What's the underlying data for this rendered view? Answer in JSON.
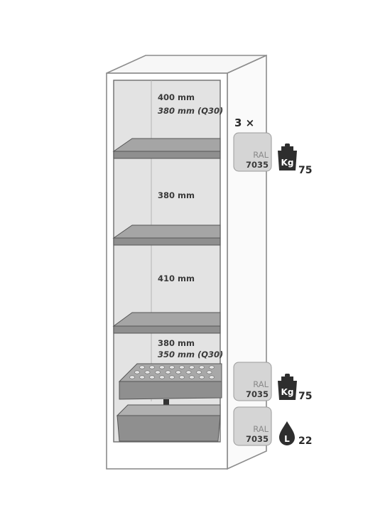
{
  "compartments": [
    {
      "height": "400 mm",
      "height_q30": "380 mm (Q30)"
    },
    {
      "height": "380 mm"
    },
    {
      "height": "410 mm"
    },
    {
      "height": "380 mm",
      "height_q30": "350 mm (Q30)"
    }
  ],
  "shelf_count": "3 ×",
  "swatches": [
    {
      "label": "RAL",
      "code": "7035",
      "icon": "weight-kg-icon",
      "icon_text": "Kg",
      "value": "75"
    },
    {
      "label": "RAL",
      "code": "7035",
      "icon": "weight-kg-icon",
      "icon_text": "Kg",
      "value": "75"
    },
    {
      "label": "RAL",
      "code": "7035",
      "icon": "volume-liter-icon",
      "icon_text": "L",
      "value": "22"
    }
  ],
  "colors": {
    "cabinet_outline": "#8c8c8c",
    "interior": "#e3e3e3",
    "shelf": "#8f8f8f",
    "swatch": "#d5d5d5",
    "icon": "#2e2e2e"
  }
}
